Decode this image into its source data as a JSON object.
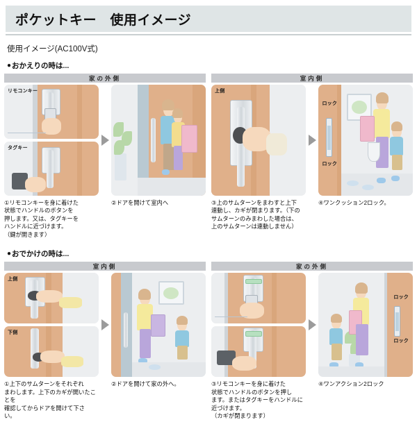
{
  "header": {
    "title": "ポケットキー　使用イメージ"
  },
  "subtitle": "使用イメージ(AC100V式)",
  "sections": [
    {
      "id": "arrive",
      "marker": "●",
      "heading": "おかえりの時は...",
      "groups": [
        {
          "bar": "家の外側",
          "panels": [
            {
              "tags": [
                "リモコンキー",
                "タグキー"
              ],
              "caption": "①リモコンキーを身に着けた\n状態でハンドルのボタンを\n押します。又は、タグキーを\nハンドルに近づけます。\n（鍵が開きます）"
            },
            {
              "tags": [],
              "caption": "②ドアを開けて室内へ"
            }
          ]
        },
        {
          "bar": "室内側",
          "panels": [
            {
              "tags": [
                "上側"
              ],
              "caption": "③上のサムターンをまわすと上下\n連動し、カギが閉まります。（下の\nサムターンのみまわした場合は、\n上のサムターンは連動しません）"
            },
            {
              "tags": [
                "ロック",
                "ロック"
              ],
              "caption": "④ワンクッション2ロック。"
            }
          ]
        }
      ]
    },
    {
      "id": "leave",
      "marker": "●",
      "heading": "おでかけの時は...",
      "groups": [
        {
          "bar": "室内側",
          "panels": [
            {
              "tags": [
                "上側",
                "下側"
              ],
              "caption": "①上下のサムターンをそれぞれ\nまわします。上下のカギが開いたことを\n確認してからドアを開けて下さい。"
            },
            {
              "tags": [],
              "caption": "②ドアを開けて家の外へ。"
            }
          ]
        },
        {
          "bar": "家の外側",
          "panels": [
            {
              "tags": [],
              "caption": "③リモコンキーを身に着けた\n状態でハンドルのボタンを押し\nます。またはタグキーをハンドルに\n近づけます。\n（カギが閉まります）"
            },
            {
              "tags": [
                "ロック",
                "ロック"
              ],
              "caption": "④ワンアクション2ロック"
            }
          ]
        }
      ]
    }
  ],
  "colors": {
    "title_bg": "#dfe5e6",
    "bar_bg": "#c8cace",
    "arrow": "#9b9b9b",
    "wood": "#e0b08a",
    "panel_bg": "#e9eaec"
  }
}
